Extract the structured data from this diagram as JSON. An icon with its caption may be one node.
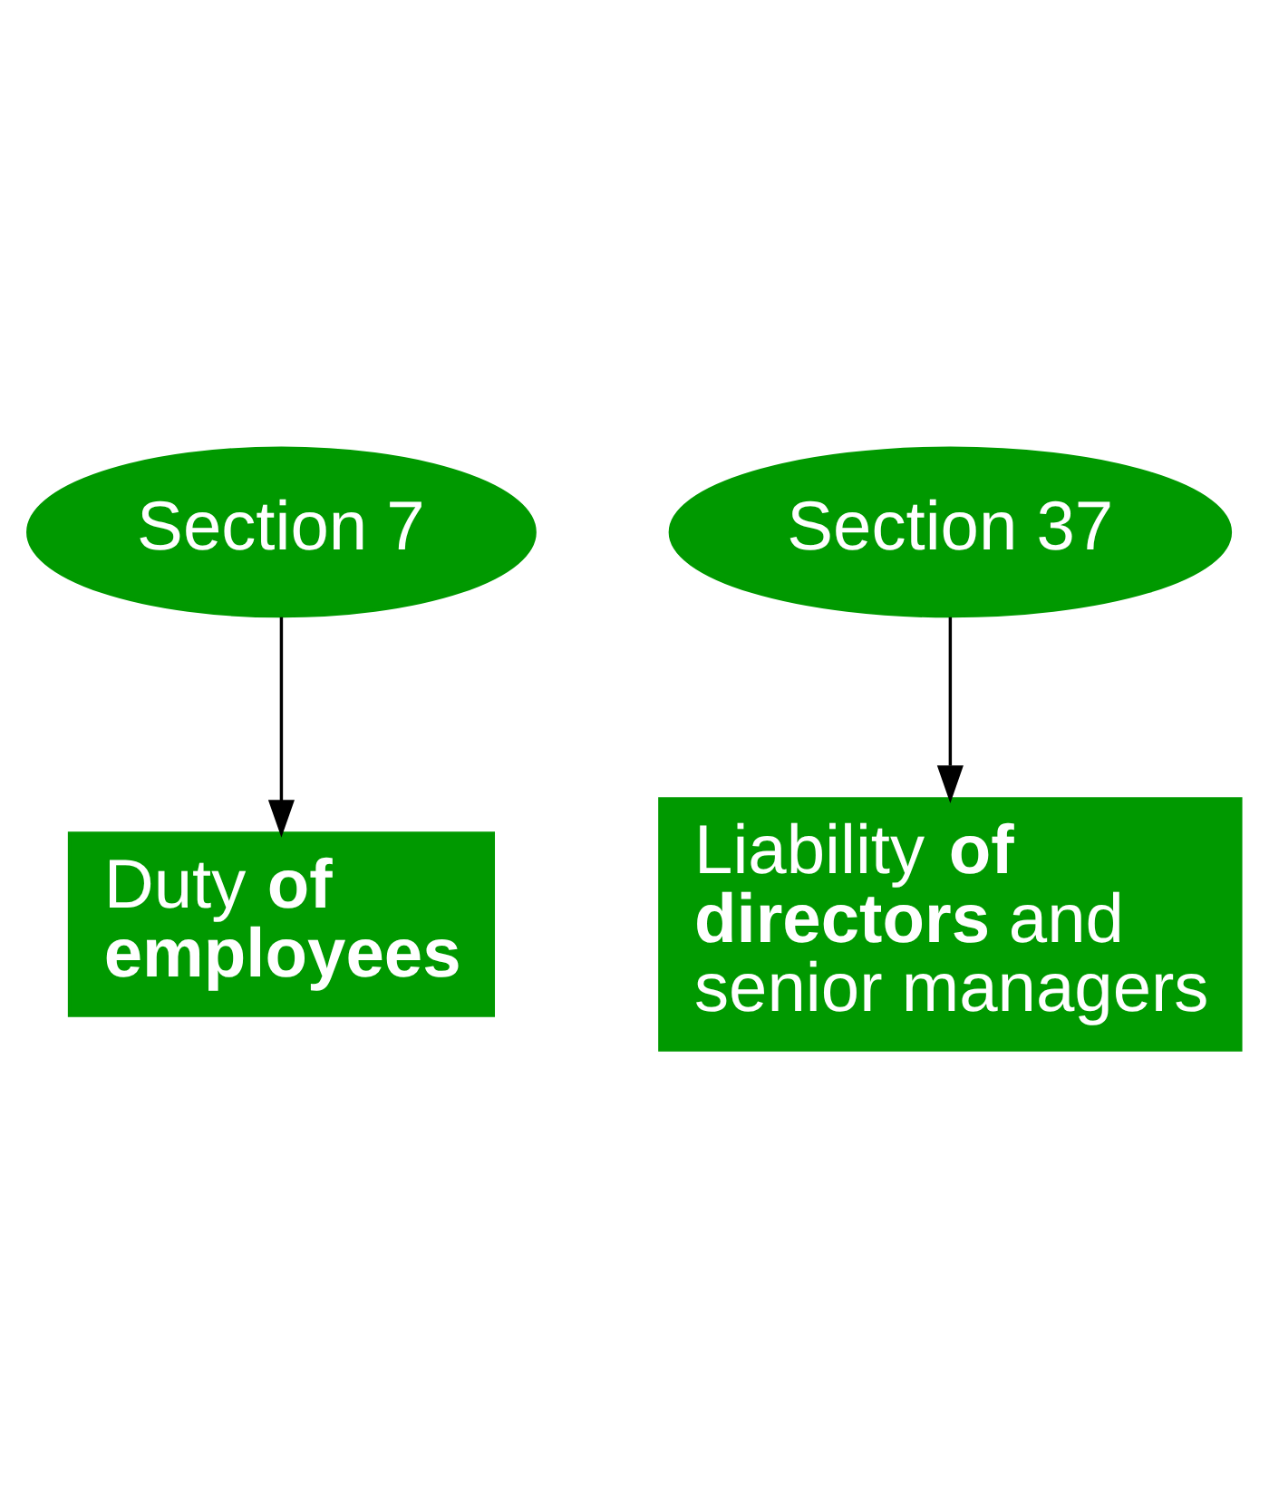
{
  "diagram": {
    "nodes": [
      {
        "text": [
          "Section 7"
        ]
      },
      {
        "text": [
          "Duty **of employees**"
        ]
      },
      {
        "text": [
          "Section 37"
        ]
      },
      {
        "text": [
          "Liability **of directors** and senior managers"
        ]
      }
    ],
    "edges": [
      {
        "from": 0,
        "to": 1,
        "arrow": "to"
      },
      {
        "from": 2,
        "to": 3,
        "arrow": "to"
      }
    ]
  }
}
